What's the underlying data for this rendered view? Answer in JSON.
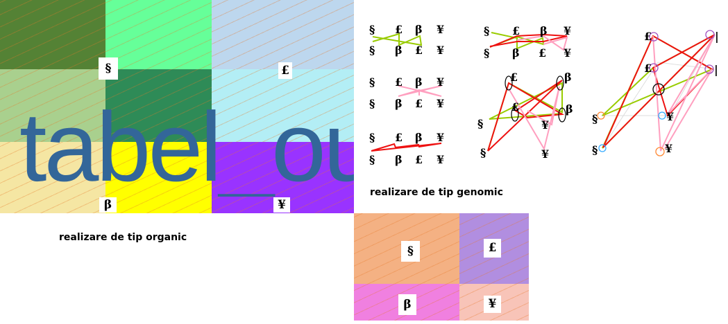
{
  "organic": {
    "watermark": "tabel_ou",
    "labels": {
      "s": "§",
      "l": "£",
      "b": "β",
      "y": "¥"
    },
    "caption": "realizare de tip organic",
    "colors": [
      "#548235",
      "#66ff99",
      "#bdd7ee",
      "#a9d08e",
      "#2e8b57",
      "#b3eef5",
      "#f5e6a3",
      "#ffff00",
      "#9933ff"
    ]
  },
  "genomic": {
    "caption": "realizare de tip genomic",
    "symbols": {
      "s": "§",
      "l": "£",
      "b": "β",
      "y": "¥",
      "bar": "|"
    },
    "line_colors": {
      "green": "#99cc00",
      "pink": "#ff9fbf",
      "red": "#ee1111"
    }
  },
  "bottom": {
    "labels": {
      "s": "§",
      "l": "£",
      "b": "β",
      "y": "¥"
    },
    "colors": [
      "#f4b183",
      "#b18ee0",
      "#f080e0",
      "#f8c4b8"
    ]
  }
}
